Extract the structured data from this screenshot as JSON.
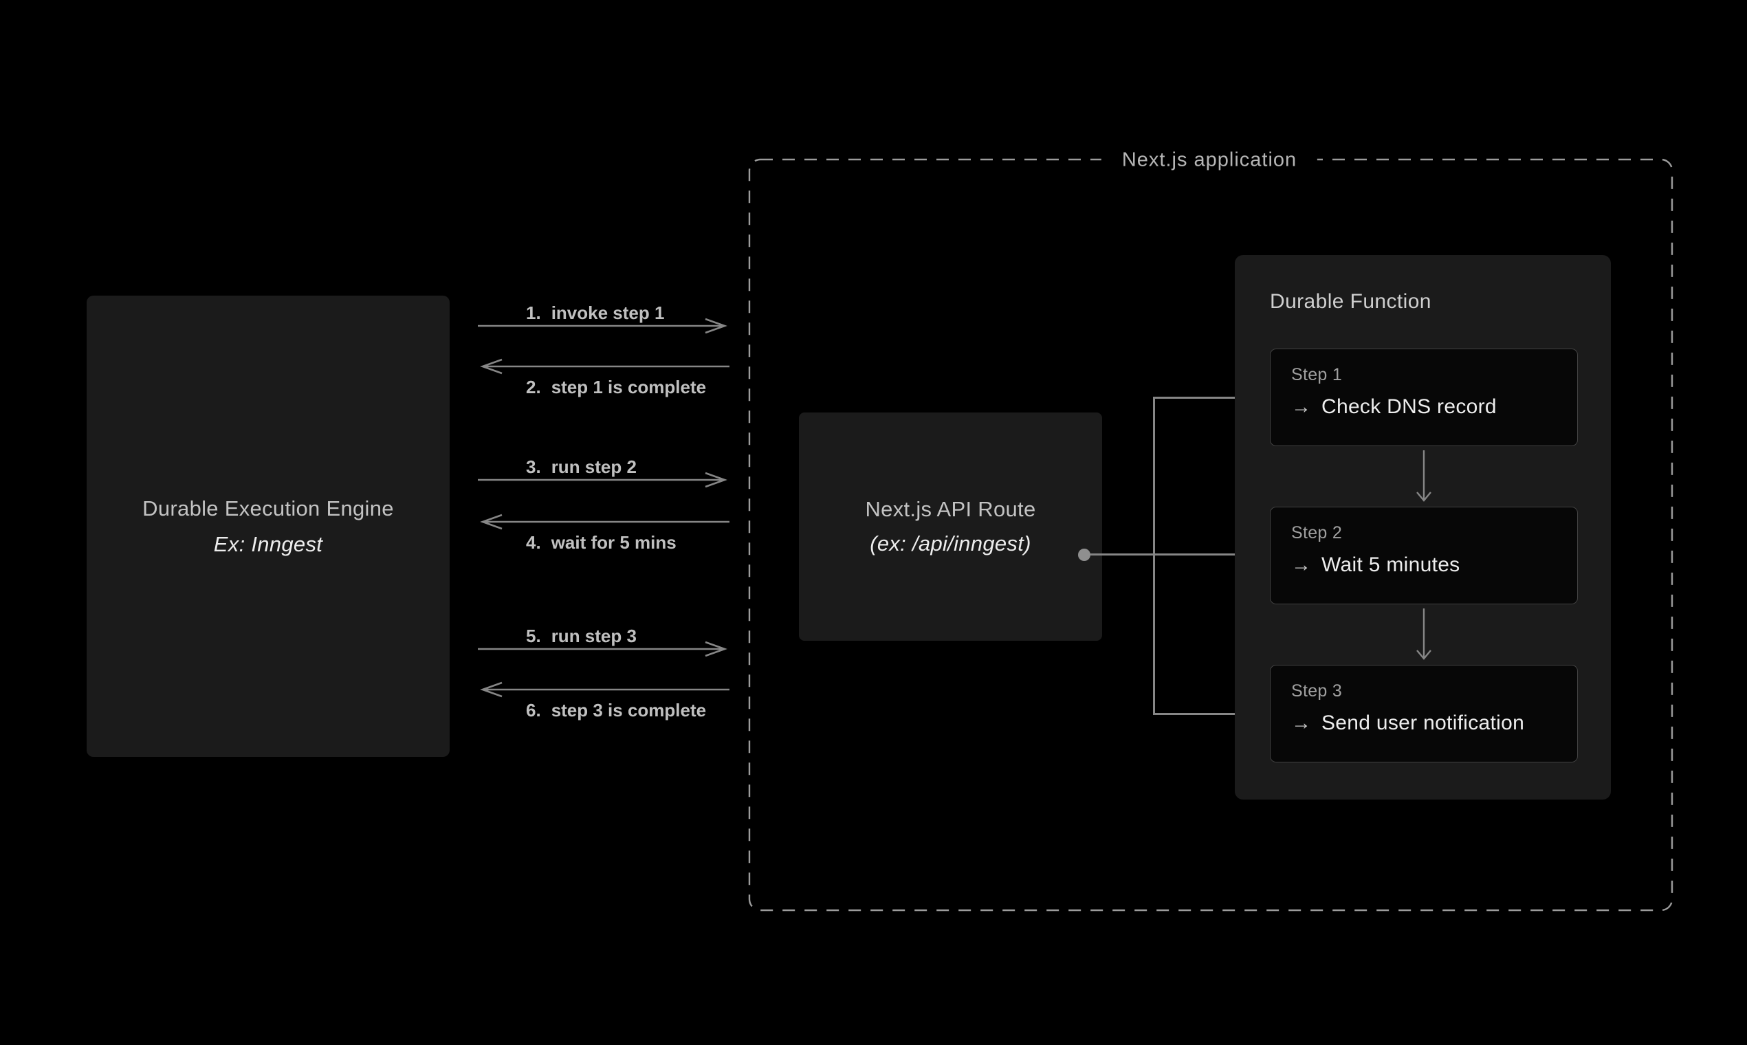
{
  "engine_box": {
    "title": "Durable Execution Engine",
    "subtitle": "Ex: Inngest"
  },
  "messages": [
    {
      "num": "1.",
      "text": "invoke step 1",
      "direction": "right"
    },
    {
      "num": "2.",
      "text": "step 1 is complete",
      "direction": "left"
    },
    {
      "num": "3.",
      "text": "run step 2",
      "direction": "right"
    },
    {
      "num": "4.",
      "text": "wait for 5 mins",
      "direction": "left"
    },
    {
      "num": "5.",
      "text": "run step 3",
      "direction": "right"
    },
    {
      "num": "6.",
      "text": "step 3 is complete",
      "direction": "left"
    }
  ],
  "nextjs_application": {
    "label": "Next.js application",
    "api_route": {
      "title": "Next.js API Route",
      "subtitle": "(ex: /api/inngest)"
    },
    "durable_function": {
      "title": "Durable Function",
      "step_arrow_glyph": "→",
      "steps": [
        {
          "label": "Step 1",
          "action": "Check DNS record"
        },
        {
          "label": "Step 2",
          "action": "Wait 5 minutes"
        },
        {
          "label": "Step 3",
          "action": "Send user notification"
        }
      ]
    }
  },
  "colors": {
    "bg": "#000000",
    "box_bg": "#1b1b1b",
    "card_bg": "#070707",
    "card_border": "#414141",
    "line_color": "#868686",
    "dash_color": "#9c9c9c",
    "dot_color": "#8f8f8f",
    "text_bright": "#ededed",
    "text_mid": "#c3c3c3",
    "text_dim": "#a0a0a0",
    "arrow_label_color": "#c0c0c0",
    "app_label_color": "#b5b5b5"
  }
}
